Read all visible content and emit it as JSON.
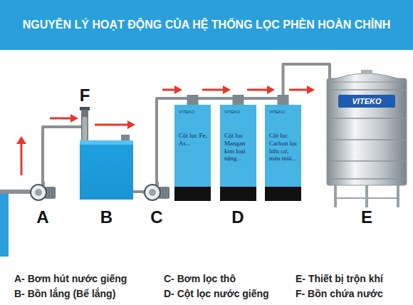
{
  "diagram": {
    "title": "NGUYÊN LÝ HOẠT ĐỘNG CỦA HỆ THỐNG LỌC PHÈN HOÀN CHỈNH",
    "nodes": [
      {
        "text": [
          "A"
        ]
      },
      {
        "text": [
          "B"
        ]
      },
      {
        "text": [
          "C"
        ]
      },
      {
        "text": [
          "VITEKO",
          "Cột lọc Fe, As..."
        ]
      },
      {
        "text": [
          "VITEKO",
          "Cột lọc Mangan kim loại nặng..."
        ]
      },
      {
        "text": [
          "VITEKO",
          "Cột lọc Carbon lọc hữu cơ, màu mùi..."
        ]
      },
      {
        "text": [
          "VITEKO",
          "E"
        ]
      }
    ],
    "edges": [
      {
        "from": 0,
        "to": 1,
        "arrow": "to"
      },
      {
        "from": 1,
        "to": 2,
        "arrow": "to"
      },
      {
        "from": 2,
        "to": 3,
        "arrow": "to"
      },
      {
        "from": 3,
        "to": 4,
        "arrow": "to"
      },
      {
        "from": 4,
        "to": 5,
        "arrow": "to"
      },
      {
        "from": 5,
        "to": 6,
        "arrow": "to"
      }
    ],
    "labels": [
      "F",
      "D",
      "A- Bơm hút nước giếng",
      "B- Bồn lắng (Bể lắng)",
      "C- Bơm lọc thô",
      "D- Cột lọc nước giếng",
      "E- Thiết bị trộn khí",
      "F- Bồn chứa nước"
    ]
  }
}
